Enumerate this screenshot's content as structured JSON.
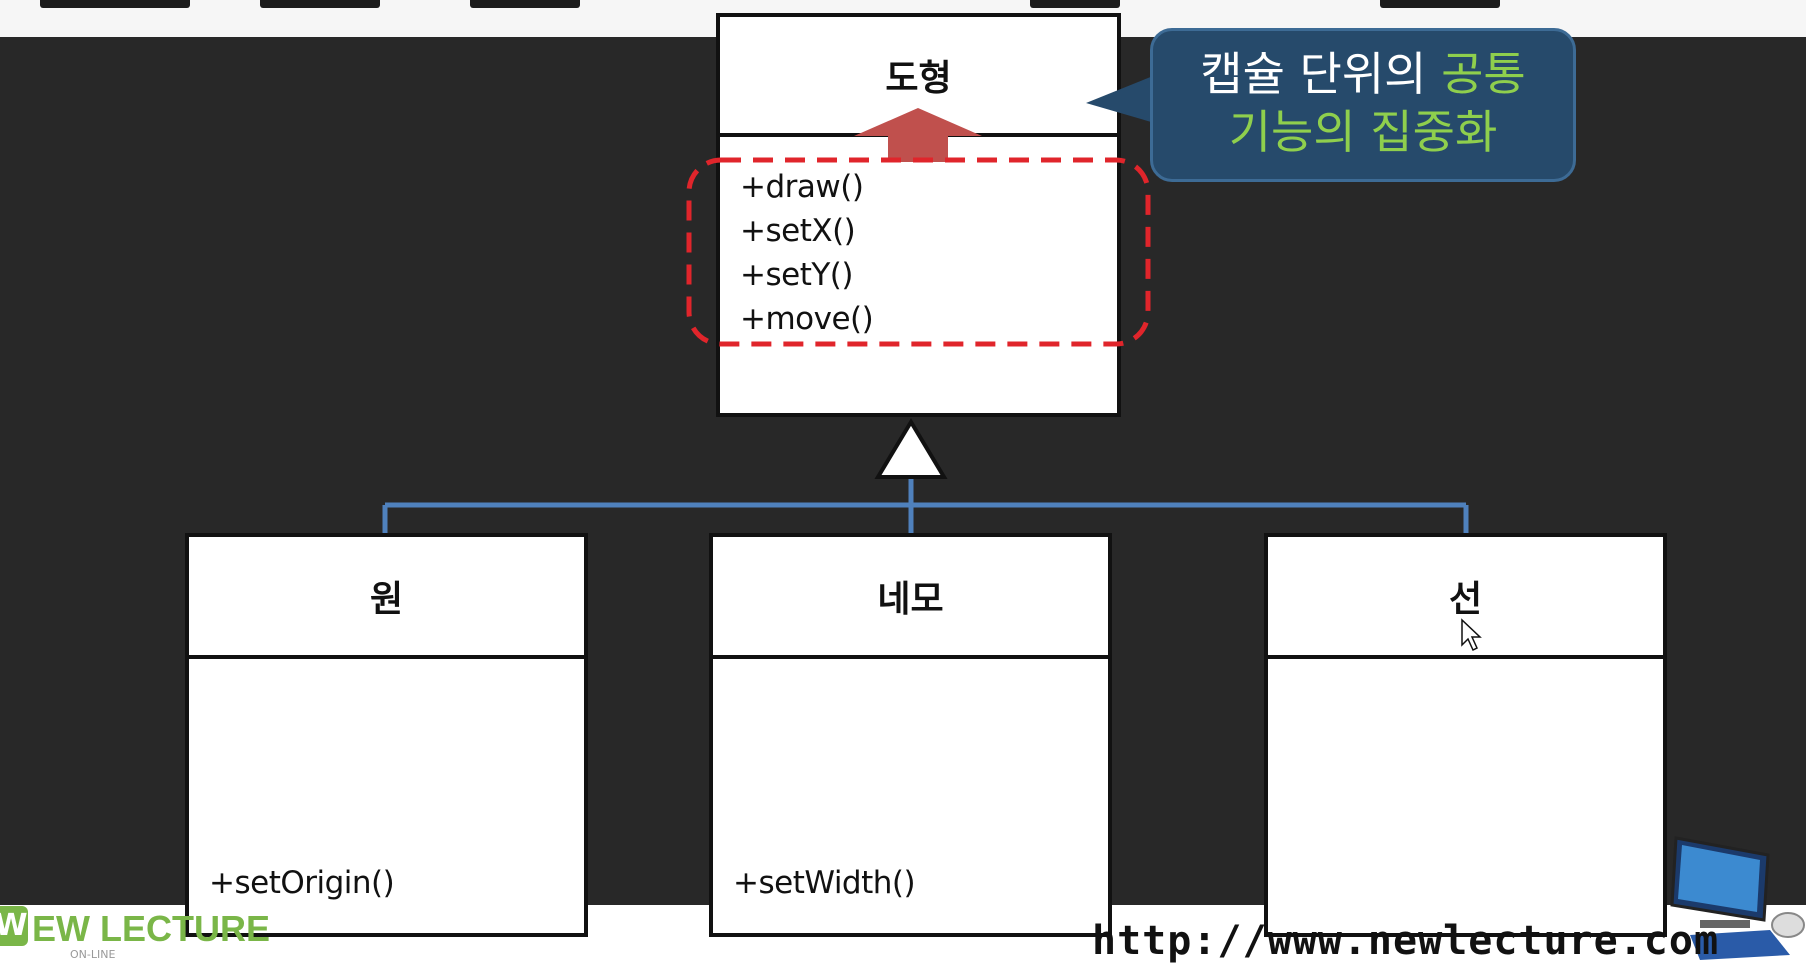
{
  "diagram": {
    "parent_class": {
      "name": "도형",
      "methods": [
        "+draw()",
        "+setX()",
        "+setY()",
        "+move()"
      ]
    },
    "child_classes": [
      {
        "name": "원",
        "methods": [
          "+setOrigin()"
        ]
      },
      {
        "name": "네모",
        "methods": [
          "+setWidth()"
        ]
      },
      {
        "name": "선",
        "methods": []
      }
    ],
    "callout": {
      "line1_prefix": "캡슐 단위의 ",
      "line1_highlight": "공통",
      "line2": "기능의 집중화"
    }
  },
  "branding": {
    "logo_w": "W",
    "logo_text": "EW LECTURE",
    "logo_sub": "ON-LINE",
    "url": "http://www.newlecture.com"
  },
  "colors": {
    "background": "#282828",
    "connector": "#4f81bd",
    "highlight_dash": "#e0252b",
    "arrow": "#c0504d",
    "callout_fill": "#264a6b",
    "callout_green": "#8fcf4d",
    "logo_green": "#7ab648"
  }
}
